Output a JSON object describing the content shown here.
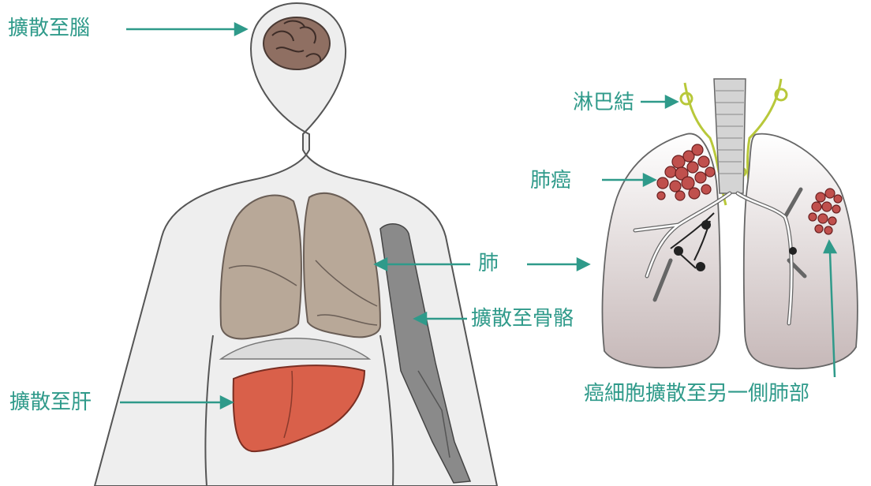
{
  "labels": {
    "brain": "擴散至腦",
    "lymph": "淋巴結",
    "cancer": "肺癌",
    "lung": "肺",
    "bone": "擴散至骨骼",
    "liver": "擴散至肝",
    "other_lung": "癌細胞擴散至另一側肺部"
  },
  "colors": {
    "label_teal": "#2f9a8a",
    "body_fill": "#e9e9e9",
    "lung_fill": "#b8a898",
    "liver_fill": "#d9604a",
    "bone_fill": "#8a8a8a",
    "brain_fill": "#8a6a5e",
    "tumor_red": "#c0504d",
    "lymph_green": "#b8c83a"
  }
}
